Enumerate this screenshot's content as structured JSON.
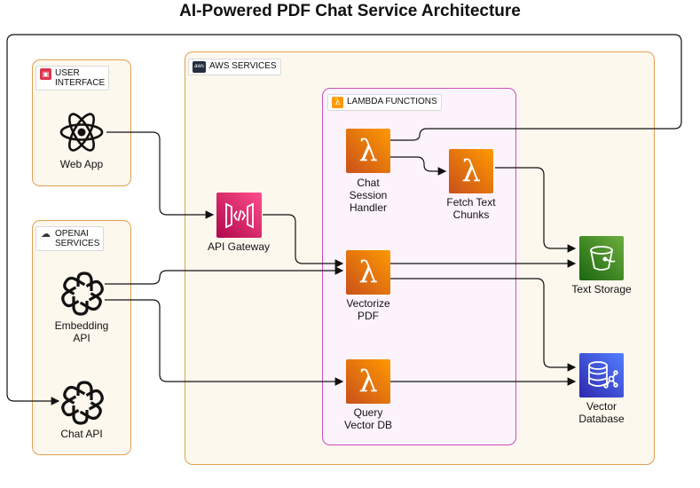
{
  "title": "AI-Powered PDF Chat Service Architecture",
  "groups": {
    "user_interface": "USER\nINTERFACE",
    "openai_services": "OPENAI\nSERVICES",
    "aws_services": "AWS SERVICES",
    "aws_logo_text": "aws",
    "lambda_functions": "LAMBDA FUNCTIONS"
  },
  "nodes": {
    "web_app": "Web App",
    "embedding_api": "Embedding\nAPI",
    "chat_api": "Chat API",
    "api_gateway": "API Gateway",
    "chat_session_handler": "Chat\nSession\nHandler",
    "fetch_text_chunks": "Fetch Text\nChunks",
    "vectorize_pdf": "Vectorize\nPDF",
    "query_vector_db": "Query\nVector DB",
    "text_storage": "Text Storage",
    "vector_database": "Vector\nDatabase"
  },
  "colors": {
    "group_border": "#e0a050",
    "lambda_group_border": "#c850c0",
    "lambda_icon": "#ff9900",
    "api_gateway_icon": "#e7157b",
    "storage_icon": "#3f8624",
    "database_icon": "#3334b9"
  },
  "edges": [
    {
      "from": "web_app",
      "to": "api_gateway"
    },
    {
      "from": "api_gateway",
      "to": "vectorize_pdf"
    },
    {
      "from": "embedding_api",
      "to": "vectorize_pdf"
    },
    {
      "from": "embedding_api",
      "to": "query_vector_db"
    },
    {
      "from": "chat_session_handler",
      "to": "fetch_text_chunks"
    },
    {
      "from": "chat_session_handler",
      "to": "chat_api"
    },
    {
      "from": "fetch_text_chunks",
      "to": "text_storage"
    },
    {
      "from": "vectorize_pdf",
      "to": "text_storage"
    },
    {
      "from": "vectorize_pdf",
      "to": "vector_database"
    },
    {
      "from": "query_vector_db",
      "to": "vector_database"
    }
  ]
}
